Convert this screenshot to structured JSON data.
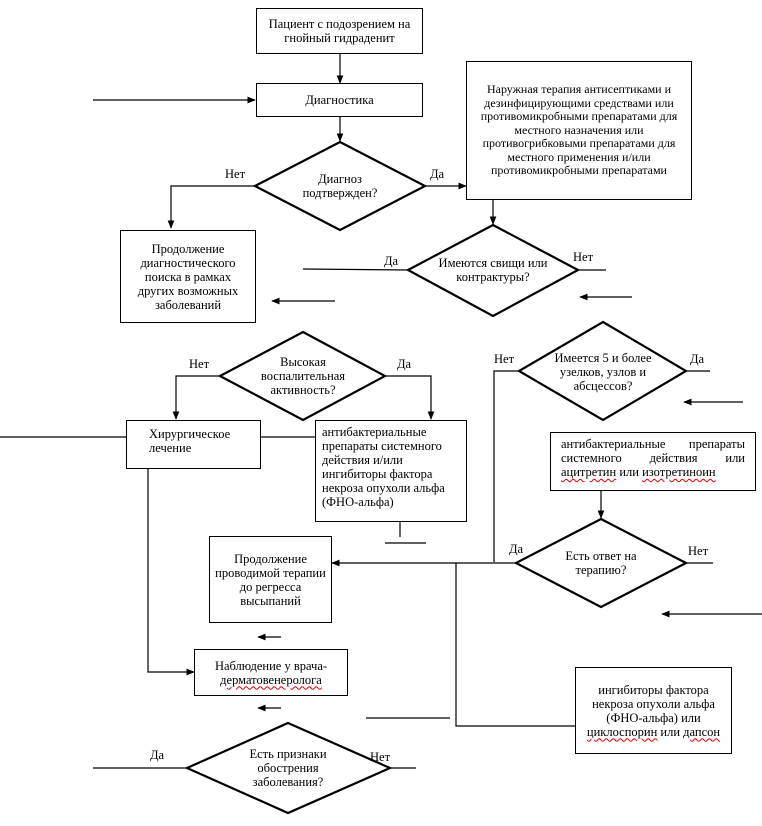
{
  "nodes": {
    "start": "Пациент с подозрением на гнойный гидраденит",
    "diagnostics": "Диагностика",
    "q_confirmed": "Диагноз подтвержден?",
    "external_therapy": "Наружная терапия антисептиками и дезинфицирующими средствами или противомикробными препаратами для местного назначения или противогрибковыми препаратами для местного применения и/или противомикробными препаратами",
    "continue_search": "Продолжение диагностического поиска в рамках других возможных заболеваний",
    "q_fistulas": "Имеются свищи или контрактуры?",
    "q_inflammation": "Высокая воспалительная активность?",
    "q_nodules": "Имеется 5 и более узелков, узлов и абсцессов?",
    "surgical": "Хирургическое лечение",
    "antibacterial_tnf": "антибактериальные препараты системного действия и/или ингибиторы фактора некроза опухоли альфа (ФНО-альфа)",
    "antibacterial_line1": "антибактериальные препараты системного действия или",
    "antibacterial_line2a": "ацитретин",
    "antibacterial_line2b": " или ",
    "antibacterial_line2c": "изотретиноин",
    "q_response": "Есть ответ на терапию?",
    "continue_therapy": "Продолжение проводимой терапии до регресса высыпаний",
    "observation_a": "Наблюдение у врача-",
    "observation_b": "дерматовенеролога",
    "tnf_box_a": "ингибиторы фактора некроза опухоли альфа (ФНО-альфа) или",
    "tnf_box_b": "циклоспорин",
    "tnf_box_c": " или ",
    "tnf_box_d": "дапсон",
    "q_exacerbation": "Есть признаки обострения заболевания?"
  },
  "labels": {
    "yes": "Да",
    "no": "Нет"
  }
}
